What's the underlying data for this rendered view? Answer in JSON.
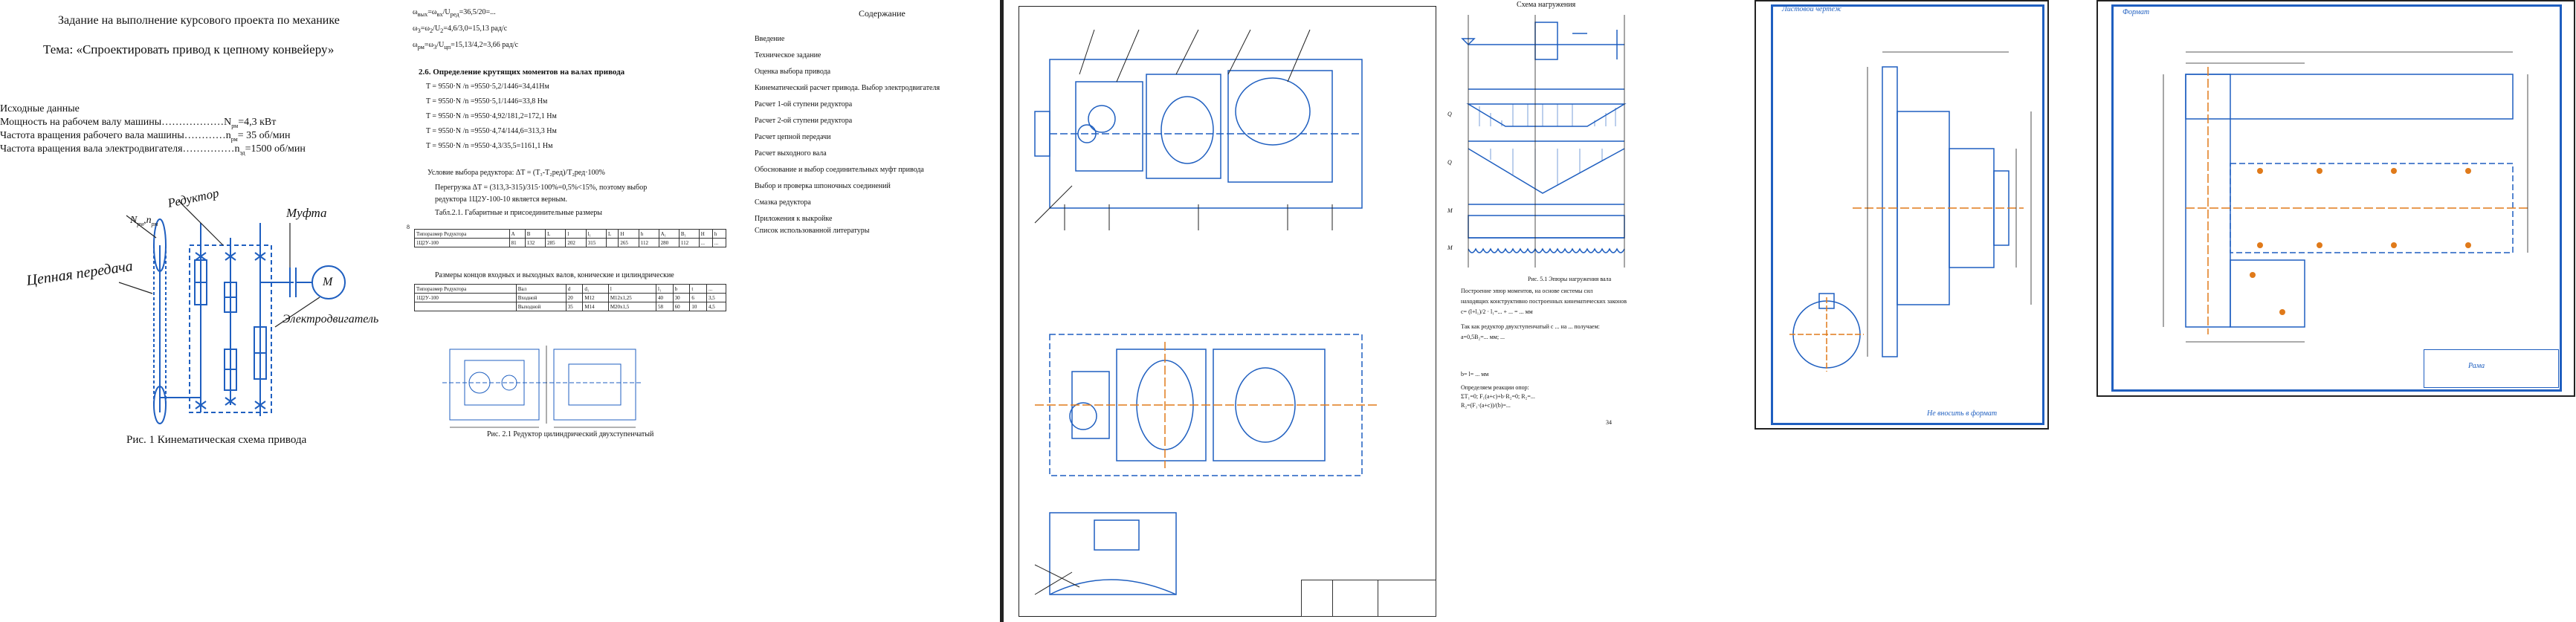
{
  "page1": {
    "title": "Задание на выполнение курсового проекта по механике",
    "theme": "Тема: «Спроектировать привод к цепному конвейеру»",
    "initial_label": "Исходные данные",
    "line1": "Мощность на рабочем валу машины………………N",
    "line1_val": "=4,3 кВт",
    "line2": "Частота вращения рабочего вала машины…………n",
    "line2_val": "= 35 об/мин",
    "line3": "Частота вращения вала электродвигателя……………n",
    "line3_val": "=1500 об/мин",
    "label_reductor": "Редуктор",
    "label_mufta": "Муфта",
    "label_chain": "Цепная передача",
    "label_motor": "Электродвигатель",
    "label_m": "M",
    "label_nrm": "N",
    "caption": "Рис. 1 Кинематическая схема привода"
  },
  "page2": {
    "f1": "ω",
    "f1b": "=ω",
    "f1c": "/U",
    "f1d": "=36,5/20=...",
    "sec_title": "2.6.   Определение крутящих моментов на валах привода",
    "lines": [
      "T   = 9550·N   /n   =9550·5,2/1446=34,41Нм",
      "T   = 9550·N   /n   =9550·5,1/1446=33,8 Нм",
      "T   = 9550·N   /n   =9550·4,92/181,2=172,1 Нм",
      "T   = 9550·N   /n   =9550·4,74/144,6=313,3 Нм",
      "T   = 9550·N   /n   =9550·4,3/35,5=1161,1 Нм"
    ],
    "para1": "Условие выбора редуктора: ΔT = (T₃-T₂ред)/T₂ред·100%",
    "para2": "Перегрузка ΔT = (313,3-315)/315·100%=0,5%<15%, поэтому выбор",
    "para3": "редуктора 1Ц2У-100-10 является верным.",
    "table_caption": "Табл.2.1. Габаритные и присоединительные размеры",
    "t_head": [
      "Типоразмер Редуктора",
      "A",
      "B",
      "L",
      "l",
      "l₁",
      "L",
      "H",
      "h",
      "A₁",
      "B₁",
      "H",
      "h"
    ],
    "t_row": [
      "1Ц2У-100",
      "81",
      "132",
      "285",
      "202",
      "315",
      "",
      "265",
      "112",
      "280",
      "112",
      "...",
      "..."
    ],
    "t2_caption": "Размеры концов входных и выходных валов, конические и цилиндрические",
    "t2_head": [
      "Типоразмер Редуктора",
      "Вал",
      "d",
      "d₁",
      "l",
      "l₁",
      "b",
      "t",
      "..."
    ],
    "t2_rows": [
      [
        "1Ц2У-100",
        "Входной",
        "20",
        "M12",
        "M12x1,25",
        "40",
        "30",
        "6",
        "3,5"
      ],
      [
        "",
        "Выходной",
        "35",
        "M14",
        "M20x1,5",
        "58",
        "60",
        "10",
        "4,5"
      ]
    ],
    "fig_caption": "Рис. 2.1 Редуктор цилиндрический двухступенчатый"
  },
  "page3": {
    "toc_title": "Содержание",
    "items": [
      "Введение",
      "Техническое задание",
      "Оценка выбора привода",
      "Кинематический расчет привода. Выбор электродвигателя",
      "Расчет 1-ой ступени редуктора",
      "Расчет 2-ой ступени редуктора",
      "Расчет цепной передачи",
      "Расчет выходного вала",
      "Обоснование и выбор соединительных муфт привода",
      "Выбор и проверка шпоночных соединений",
      "Смазка редуктора",
      "Приложения к выкройке",
      "Список использованной литературы"
    ]
  },
  "page5": {
    "title": "Схема нагружения",
    "plot_labels": [
      "Q",
      "Q",
      "M",
      "M"
    ],
    "caption": "Рис. 5.1 Эпюры нагружения вала",
    "p1": "Построение эпюр моментов, на основе системы сил",
    "p2": "находящих конструктивно построенных кинематических законов",
    "p3": "c= (l+l₁)/2 · l₁=... + ... = ... мм",
    "p4": "Так как редуктор двухступенчатый с ... на ... получаем:",
    "p5": "a=0,5B₂=... мм; ...",
    "p6": "b= l= ... мм",
    "p7": "Определяем реакции опор:",
    "p8": "ΣT₁=0; F₁(a+c)+b·R₂=0; R₂=...",
    "p9": "R₂=(F₁·(a+c))/(b)=...",
    "pagenum": "34"
  },
  "page6": {
    "stamp_top": "Листовой чертеж",
    "stamp_bottom": "Не вносить в формат"
  },
  "page7": {
    "stamp_top": "Формат",
    "stamp_bottom": "Рама"
  }
}
